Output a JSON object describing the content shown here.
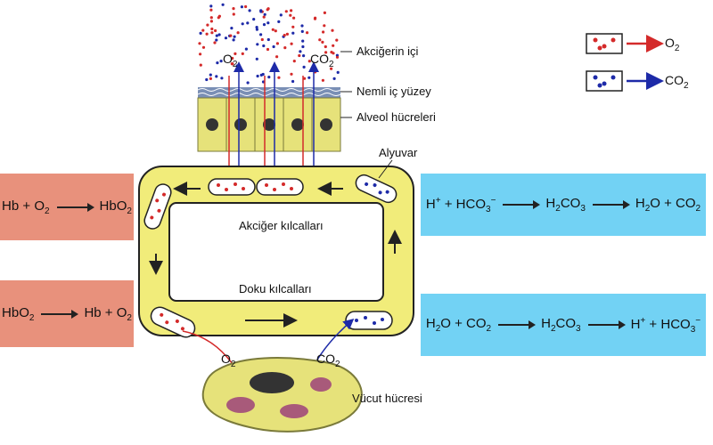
{
  "labels": {
    "lung_interior": "Akciğerin içi",
    "moist_surface": "Nemli iç yüzey",
    "alveolar_cells": "Alveol hücreleri",
    "red_blood_cell": "Alyuvar",
    "lung_capillaries": "Akciğer kılcalları",
    "tissue_capillaries": "Doku kılcalları",
    "body_cell": "Vücut hücresi"
  },
  "gases": {
    "o2": "O2",
    "co2": "CO2"
  },
  "legend": [
    {
      "symbol": "O2",
      "color": "#d42a2a"
    },
    {
      "symbol": "CO2",
      "color": "#1d2aa8"
    }
  ],
  "equations": {
    "lung_left": {
      "left": "Hb + O2",
      "right": "HbO2"
    },
    "tissue_left": {
      "left": "HbO2",
      "right": "Hb + O2"
    },
    "lung_right": {
      "a": "H+ + HCO3−",
      "b": "H2CO3",
      "c": "H2O + CO2"
    },
    "tissue_right": {
      "a": "H2O + CO2",
      "b": "H2CO3",
      "c": "H+ + HCO3−"
    }
  },
  "colors": {
    "red_box": "#e8917c",
    "blue_box": "#72d2f4",
    "capillary": "#f1ec7a",
    "alveolus": "#e6e27a",
    "o2_red": "#d42a2a",
    "co2_blue": "#1d2aa8"
  }
}
